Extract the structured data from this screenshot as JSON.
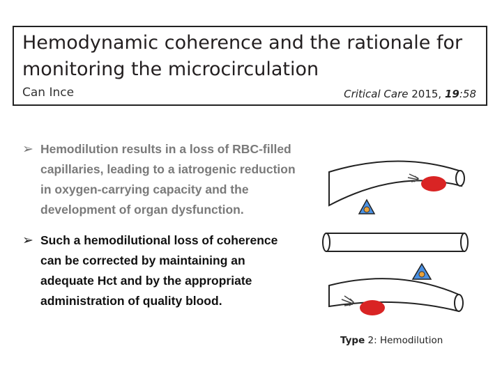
{
  "citation": {
    "title": "Hemodynamic coherence and the rationale for monitoring the microcirculation",
    "author": "Can Ince",
    "journal": "Critical Care",
    "year": "2015,",
    "volume": "19",
    "page": ":58"
  },
  "bullets": [
    {
      "text": "Hemodilution results in a loss of RBC-filled capillaries, leading to a iatrogenic reduction in oxygen-carrying capacity and the development of organ dysfunction."
    },
    {
      "text": "Such a hemodilutional loss of coherence can be corrected by maintaining an adequate Hct and by the appropriate administration of quality blood."
    }
  ],
  "diagram": {
    "caption_type": "Type",
    "caption_number": "2",
    "caption_label": ": Hemodilution",
    "colors": {
      "rbc": "#d92424",
      "oxygen_triangle": "#4a90e2",
      "oxygen_dot": "#e8a13a",
      "vessel_stroke": "#222222"
    }
  }
}
